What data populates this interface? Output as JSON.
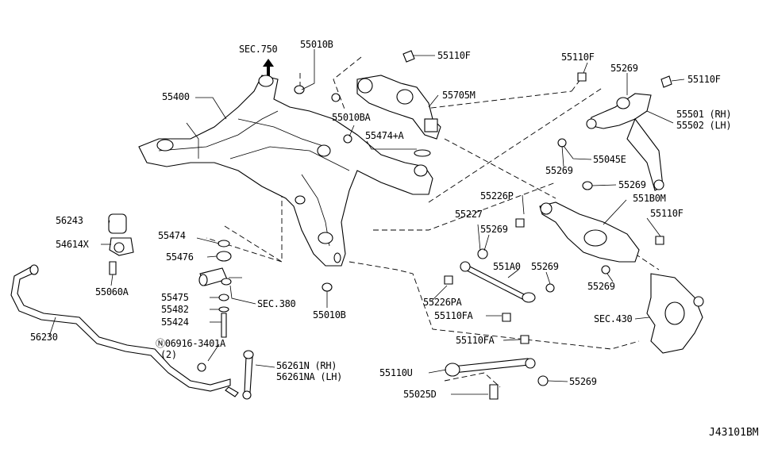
{
  "diagram_code": "J43101BM",
  "labels": {
    "sec750": "SEC.750",
    "p55010B_top": "55010B",
    "p55400": "55400",
    "p55110F_top": "55110F",
    "p55010BA": "55010BA",
    "p55705M": "55705M",
    "p55474A": "55474+A",
    "p55110F_right": "55110F",
    "p55269_top": "55269",
    "p55110F_far": "55110F",
    "p55501": "55501 (RH)",
    "p55502": "55502 (LH)",
    "p55045E": "55045E",
    "p55269_mid": "55269",
    "p55269_r2": "55269",
    "p55226P": "55226P",
    "p551B0M": "551B0M",
    "p55110F_arm": "55110F",
    "p56243": "56243",
    "p54614X": "54614X",
    "p55060A": "55060A",
    "p55474": "55474",
    "p55476": "55476",
    "p55475": "55475",
    "p55482": "55482",
    "p55424": "55424",
    "sec380": "SEC.380",
    "p56230": "56230",
    "p06916": "Ⓝ06916-3401A",
    "p06916_qty": "(2)",
    "p56261N": "56261N (RH)",
    "p56261NA": "56261NA (LH)",
    "p55010B_bot": "55010B",
    "p55227": "55227",
    "p55269_a": "55269",
    "p551A0": "551A0",
    "p55269_b": "55269",
    "p55226PA": "55226PA",
    "p55110FA_1": "55110FA",
    "p55269_c": "55269",
    "sec430": "SEC.430",
    "p55110FA_2": "55110FA",
    "p55110U": "55110U",
    "p55269_d": "55269",
    "p55025D": "55025D"
  }
}
